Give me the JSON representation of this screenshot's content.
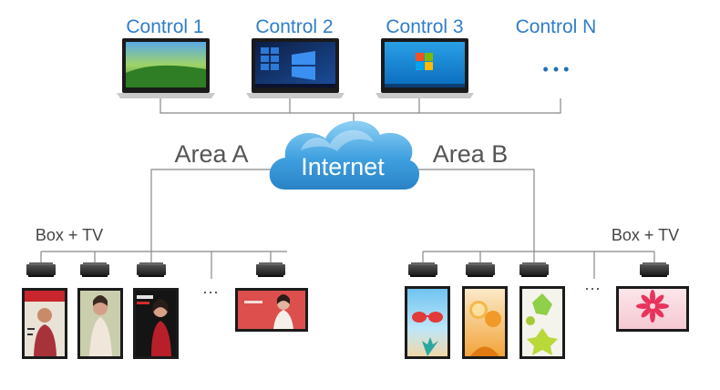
{
  "controls": [
    {
      "label": "Control 1",
      "screen": "green-landscape"
    },
    {
      "label": "Control 2",
      "screen": "windows-10-desktop"
    },
    {
      "label": "Control 3",
      "screen": "windows-7-desktop"
    },
    {
      "label": "Control N",
      "screen": "none"
    }
  ],
  "controls_ellipsis": "• • •",
  "cloud_label": "Internet",
  "areas": {
    "a": {
      "label": "Area A",
      "group_label": "Box + TV",
      "ellipsis": "···",
      "displays": [
        "magazine-cover-portrait",
        "fashion-woman-portrait",
        "fashion-poster-portrait",
        "woman-landscape"
      ]
    },
    "b": {
      "label": "Area B",
      "group_label": "Box + TV",
      "ellipsis": "···",
      "displays": [
        "sunglasses-beach-portrait",
        "orange-drink-portrait",
        "starfruit-portrait",
        "flower-landscape"
      ]
    }
  },
  "colors": {
    "control_text": "#2f7dc9",
    "cloud_fill": "#4aa6e0",
    "line": "#888888"
  }
}
